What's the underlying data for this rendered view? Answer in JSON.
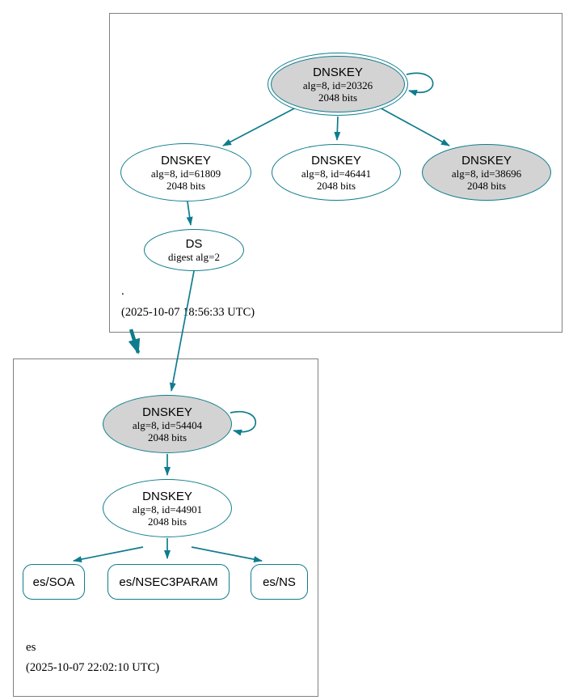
{
  "diagram_type": "dnssec-authentication-graph",
  "colors": {
    "edge_teal": "#0f7c8d",
    "key_fill_gray": "#d3d3d3",
    "node_fill_white": "#ffffff",
    "cluster_border_gray": "#808080"
  },
  "zones": {
    "root": {
      "label": ".",
      "timestamp": "(2025-10-07 18:56:33 UTC)"
    },
    "es": {
      "label": "es",
      "timestamp": "(2025-10-07 22:02:10 UTC)"
    }
  },
  "nodes": {
    "root_ksk": {
      "title": "DNSKEY",
      "detail1": "alg=8, id=20326",
      "detail2": "2048 bits"
    },
    "root_key_61809": {
      "title": "DNSKEY",
      "detail1": "alg=8, id=61809",
      "detail2": "2048 bits"
    },
    "root_key_46441": {
      "title": "DNSKEY",
      "detail1": "alg=8, id=46441",
      "detail2": "2048 bits"
    },
    "root_key_38696": {
      "title": "DNSKEY",
      "detail1": "alg=8, id=38696",
      "detail2": "2048 bits"
    },
    "ds": {
      "title": "DS",
      "detail1": "digest alg=2"
    },
    "es_ksk": {
      "title": "DNSKEY",
      "detail1": "alg=8, id=54404",
      "detail2": "2048 bits"
    },
    "es_zsk": {
      "title": "DNSKEY",
      "detail1": "alg=8, id=44901",
      "detail2": "2048 bits"
    },
    "rrset_soa": {
      "label": "es/SOA"
    },
    "rrset_nsec3param": {
      "label": "es/NSEC3PARAM"
    },
    "rrset_ns": {
      "label": "es/NS"
    }
  }
}
